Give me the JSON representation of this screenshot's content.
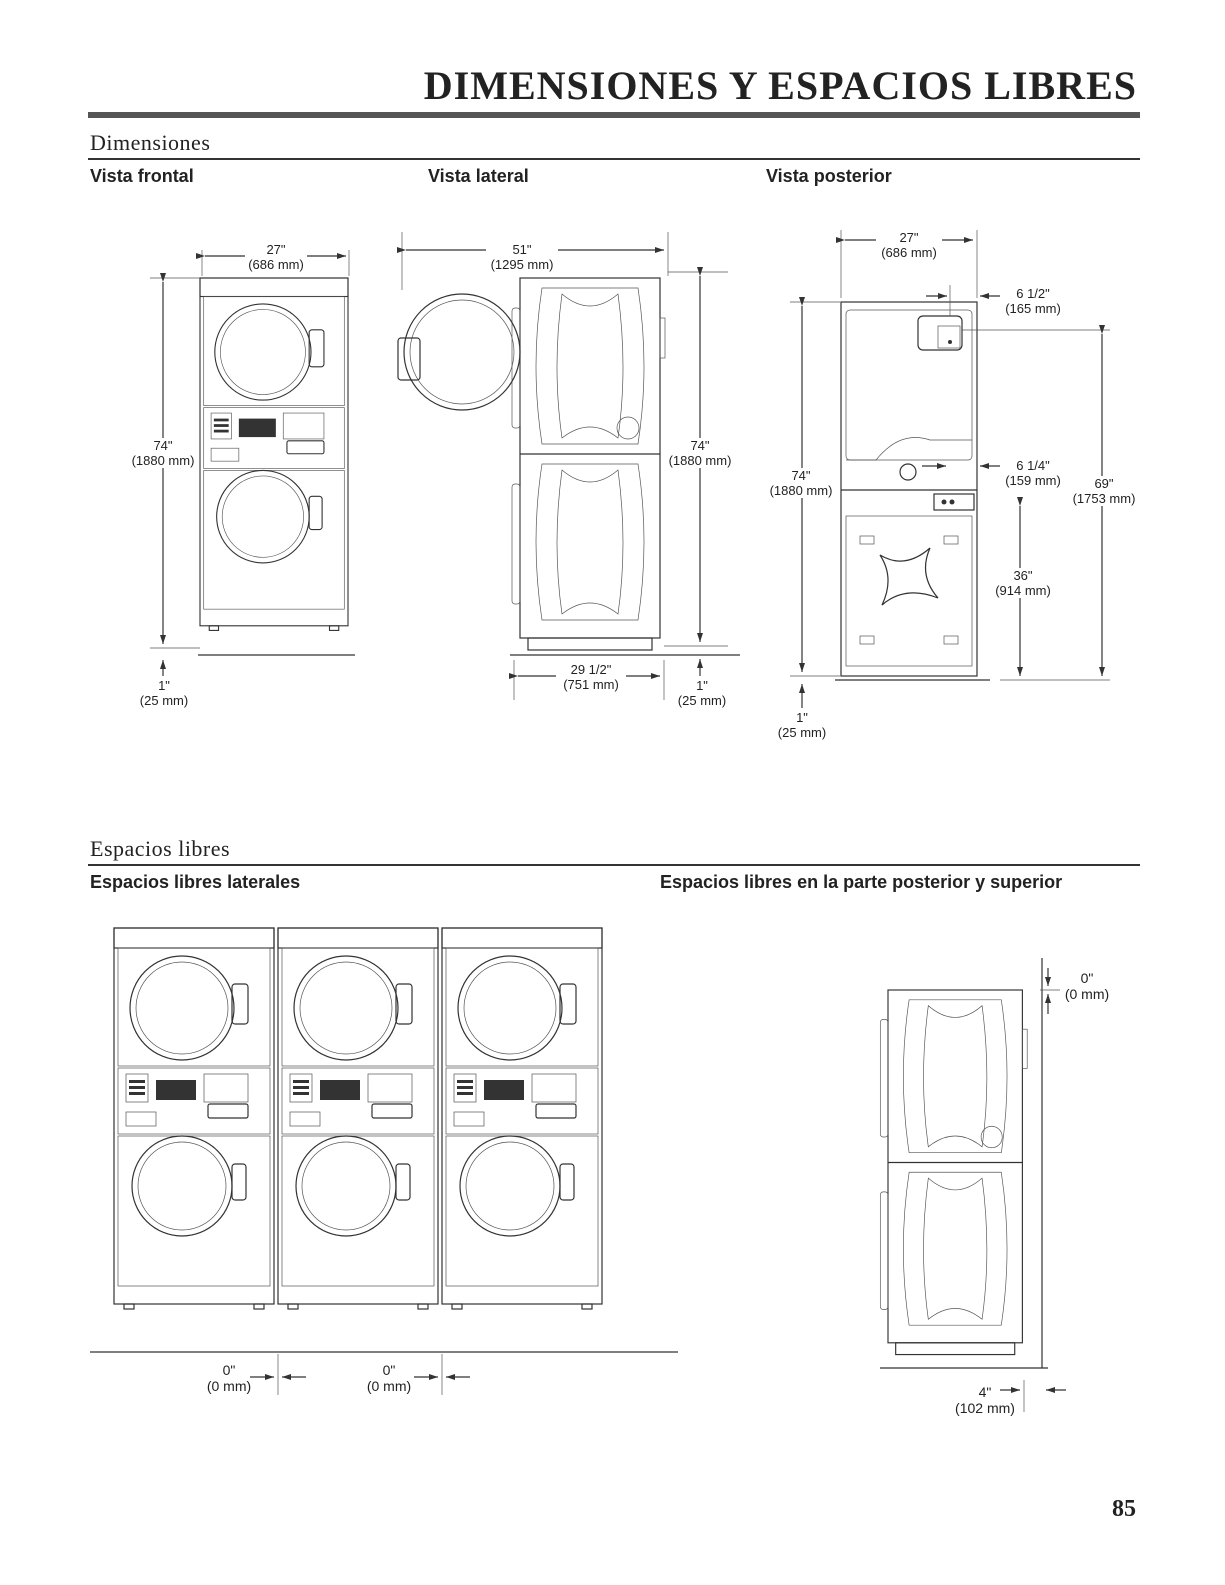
{
  "page": {
    "title": "DIMENSIONES Y ESPACIOS LIBRES",
    "number": "85"
  },
  "dimensions": {
    "section_title": "Dimensiones",
    "front": {
      "label": "Vista frontal",
      "width_in": "27\"",
      "width_mm": "(686 mm)",
      "height_in": "74\"",
      "height_mm": "(1880 mm)",
      "feet_in": "1\"",
      "feet_mm": "(25 mm)"
    },
    "side": {
      "label": "Vista lateral",
      "depth_door_in": "51\"",
      "depth_door_mm": "(1295 mm)",
      "height_in": "74\"",
      "height_mm": "(1880 mm)",
      "depth_in": "29 1/2\"",
      "depth_mm": "(751 mm)",
      "feet_in": "1\"",
      "feet_mm": "(25 mm)"
    },
    "rear": {
      "label": "Vista posterior",
      "width_in": "27\"",
      "width_mm": "(686 mm)",
      "vent_offset_in": "6 1/2\"",
      "vent_offset_mm": "(165 mm)",
      "inlet_offset_in": "6 1/4\"",
      "inlet_offset_mm": "(159 mm)",
      "height_in": "74\"",
      "height_mm": "(1880 mm)",
      "vent_height_in": "69\"",
      "vent_height_mm": "(1753 mm)",
      "hookup_height_in": "36\"",
      "hookup_height_mm": "(914 mm)",
      "feet_in": "1\"",
      "feet_mm": "(25 mm)"
    }
  },
  "clearances": {
    "section_title": "Espacios libres",
    "side": {
      "label": "Espacios libres laterales",
      "gap1_in": "0\"",
      "gap1_mm": "(0 mm)",
      "gap2_in": "0\"",
      "gap2_mm": "(0 mm)"
    },
    "rear_top": {
      "label": "Espacios libres en la parte posterior y superior",
      "top_in": "0\"",
      "top_mm": "(0 mm)",
      "rear_in": "4\"",
      "rear_mm": "(102 mm)"
    }
  }
}
